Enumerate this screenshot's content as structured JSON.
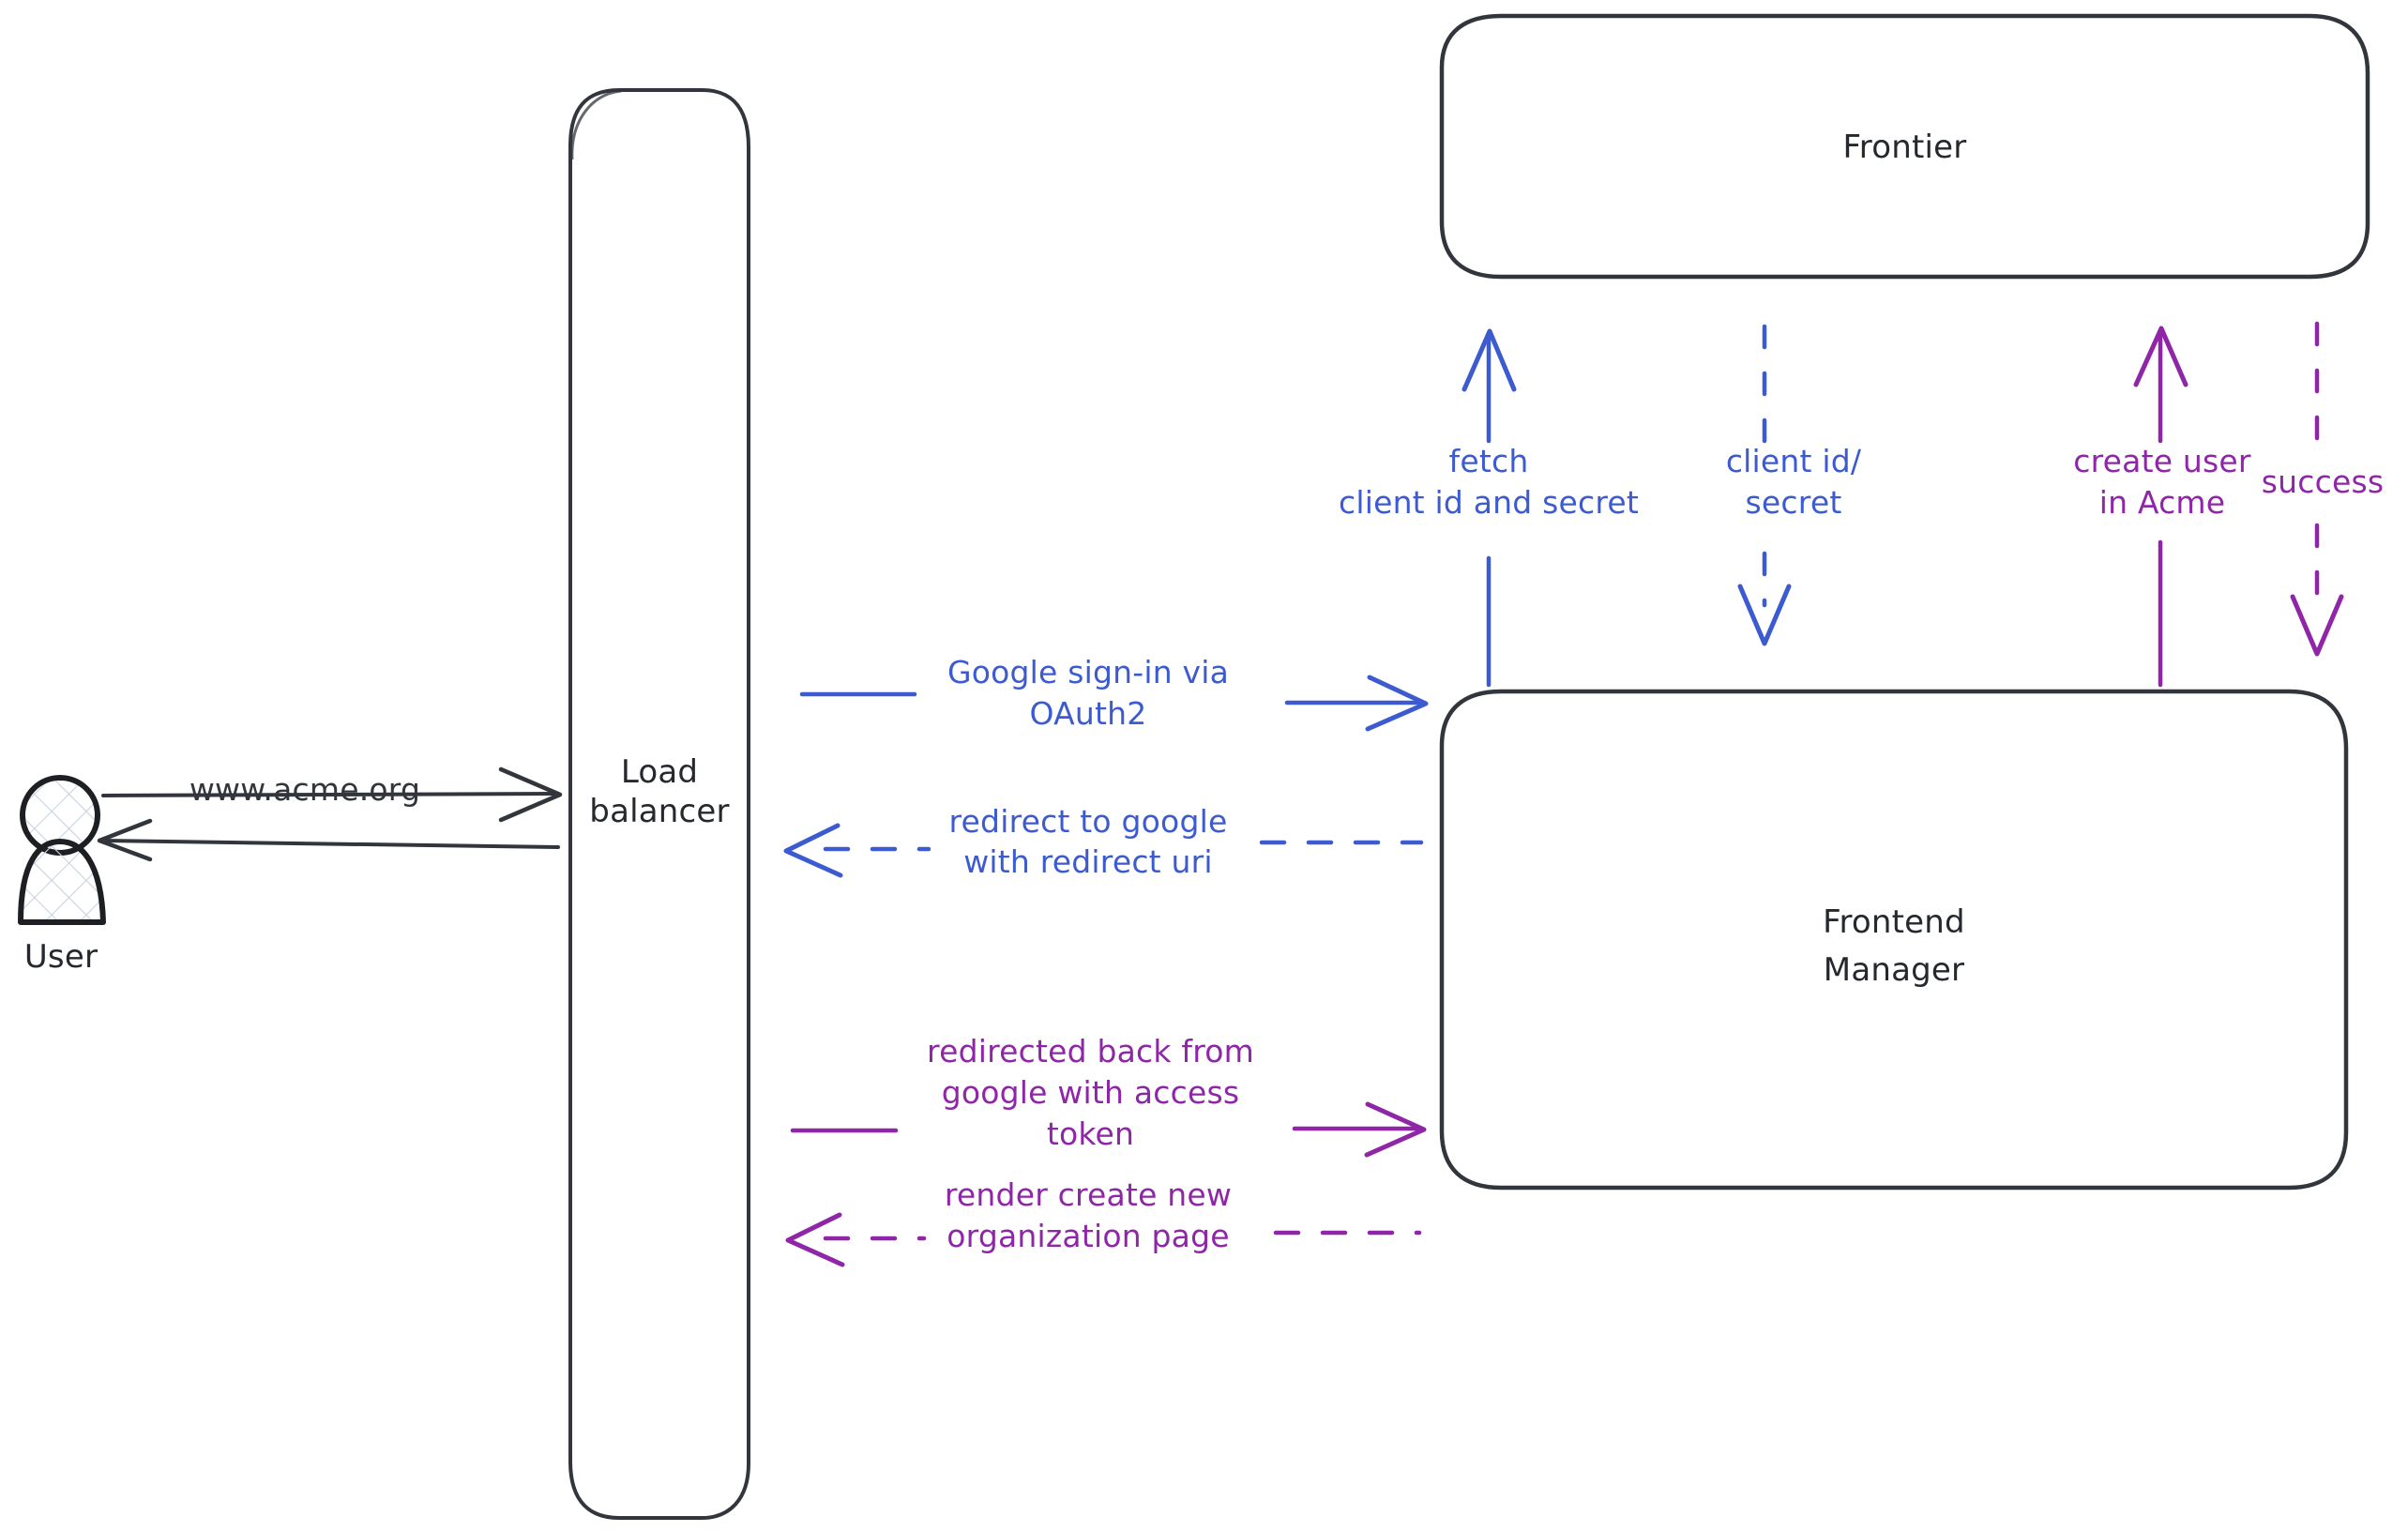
{
  "diagram": {
    "title": "Google OAuth2 sign-in sequence",
    "background": "#ffffff",
    "colors": {
      "stroke_dark": "#32363c",
      "blue": "#3d5bd0",
      "purple": "#8f26a7",
      "actor_hatch": "#c9d3e0"
    }
  },
  "nodes": [
    {
      "id": "user",
      "label": "User",
      "shape": "actor"
    },
    {
      "id": "load_balancer",
      "label": "Load\nbalancer",
      "shape": "rounded-rect-tall"
    },
    {
      "id": "frontier",
      "label": "Frontier",
      "shape": "rounded-rect"
    },
    {
      "id": "frontend_manager",
      "label": "Frontend\nManager",
      "shape": "rounded-rect"
    }
  ],
  "node_labels": {
    "user": "User",
    "load_balancer_line1": "Load",
    "load_balancer_line2": "balancer",
    "frontier": "Frontier",
    "frontend_manager_line1": "Frontend",
    "frontend_manager_line2": "Manager"
  },
  "edges": [
    {
      "id": "user-to-lb",
      "from": "user",
      "to": "load_balancer",
      "label": "www.acme.org",
      "color": "#32363c",
      "style": "solid",
      "direction": "right"
    },
    {
      "id": "lb-to-user",
      "from": "load_balancer",
      "to": "user",
      "label": "",
      "color": "#32363c",
      "style": "solid",
      "direction": "left"
    },
    {
      "id": "lb-to-fm-signin",
      "from": "load_balancer",
      "to": "frontend_manager",
      "label": "Google sign-in via\nOAuth2",
      "label_line1": "Google sign-in via",
      "label_line2": "OAuth2",
      "color": "#3d5bd0",
      "style": "solid",
      "direction": "right"
    },
    {
      "id": "fm-to-lb-redirect",
      "from": "frontend_manager",
      "to": "load_balancer",
      "label": "redirect to google\nwith redirect uri",
      "label_line1": "redirect to google",
      "label_line2": "with redirect uri",
      "color": "#3d5bd0",
      "style": "dashed",
      "direction": "left"
    },
    {
      "id": "fm-to-frontier-fetch",
      "from": "frontend_manager",
      "to": "frontier",
      "label": "fetch\nclient id and secret",
      "label_line1": "fetch",
      "label_line2": "client id and secret",
      "color": "#3d5bd0",
      "style": "solid",
      "direction": "up"
    },
    {
      "id": "frontier-to-fm-creds",
      "from": "frontier",
      "to": "frontend_manager",
      "label": "client id/\nsecret",
      "label_line1": "client id/",
      "label_line2": "secret",
      "color": "#3d5bd0",
      "style": "dashed",
      "direction": "down"
    },
    {
      "id": "fm-to-frontier-create-user",
      "from": "frontend_manager",
      "to": "frontier",
      "label": "create user\nin Acme",
      "label_line1": "create user",
      "label_line2": "in Acme",
      "color": "#8f26a7",
      "style": "solid",
      "direction": "up"
    },
    {
      "id": "frontier-to-fm-success",
      "from": "frontier",
      "to": "frontend_manager",
      "label": "success",
      "color": "#8f26a7",
      "style": "dashed",
      "direction": "down"
    },
    {
      "id": "lb-to-fm-token",
      "from": "load_balancer",
      "to": "frontend_manager",
      "label": "redirected back from\ngoogle with access\ntoken",
      "label_line1": "redirected back from",
      "label_line2": "google with access",
      "label_line3": "token",
      "color": "#8f26a7",
      "style": "solid",
      "direction": "right"
    },
    {
      "id": "fm-to-lb-render",
      "from": "frontend_manager",
      "to": "load_balancer",
      "label": "render create new\norganization page",
      "label_line1": "render create new",
      "label_line2": "organization page",
      "color": "#8f26a7",
      "style": "dashed",
      "direction": "left"
    }
  ]
}
